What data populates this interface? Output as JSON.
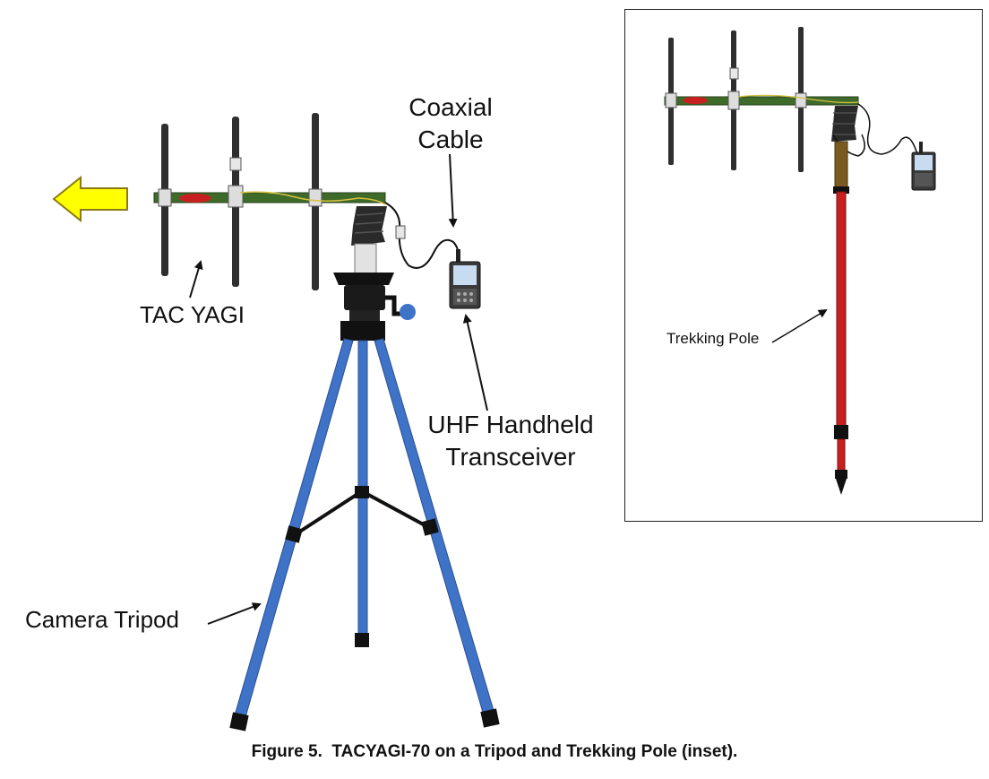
{
  "labels": {
    "coaxial_cable": "Coaxial\nCable",
    "tac_yagi": "TAC YAGI",
    "uhf_transceiver": "UHF Handheld\nTransceiver",
    "camera_tripod": "Camera Tripod",
    "trekking_pole": "Trekking Pole"
  },
  "caption": "Figure 5.  TACYAGI-70 on a Tripod and Trekking Pole (inset).",
  "colors": {
    "boom": "#3f6b2a",
    "element": "#2f2f2f",
    "tripod_leg": "#3f73c8",
    "tripod_dark": "#111111",
    "pole": "#c8201e",
    "pole_top": "#7a5a1e",
    "arrow": "#ffff00",
    "arrow_outline": "#8a7a10",
    "radio": "#3a3a3a",
    "screen": "#c7dcf0"
  },
  "icons": [
    "direction-arrow-icon",
    "yagi-antenna-icon",
    "transceiver-icon",
    "tripod-icon",
    "trekking-pole-icon"
  ]
}
